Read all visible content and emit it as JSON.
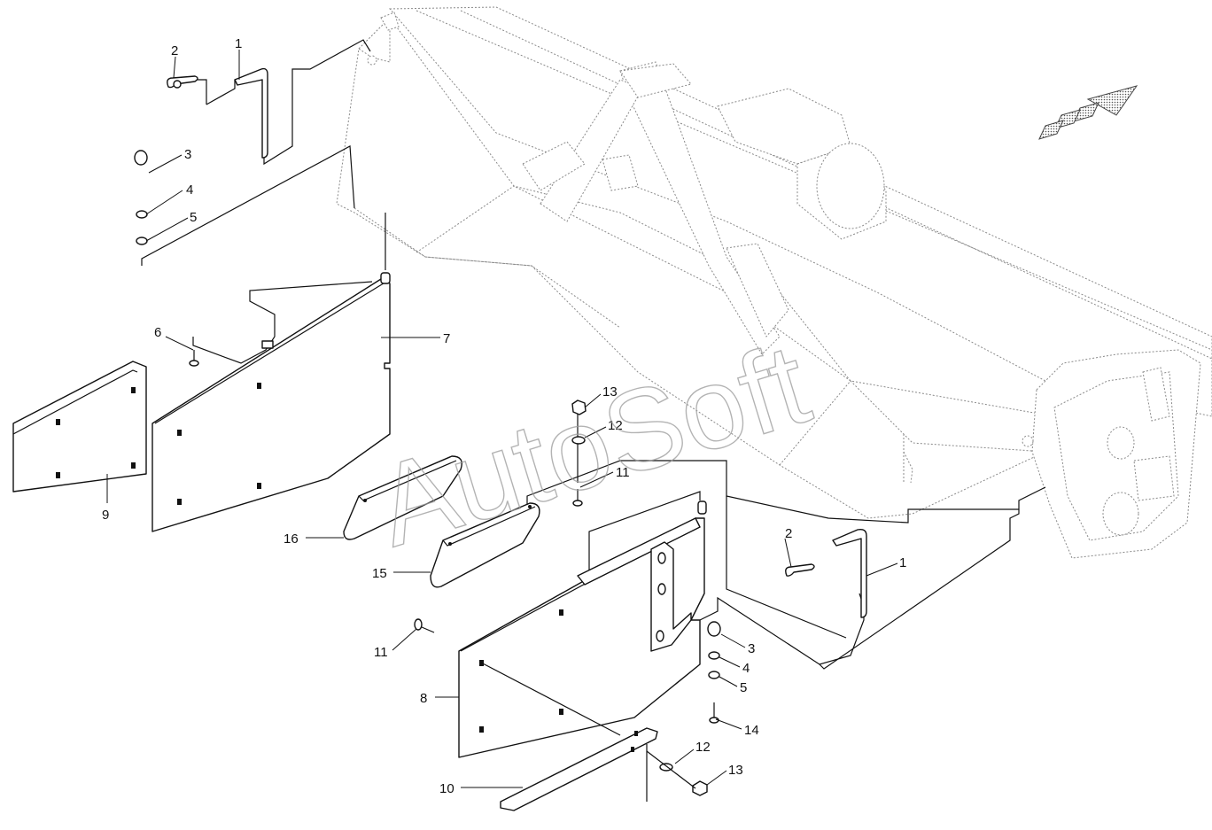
{
  "watermark": "AutoSoft",
  "callouts": [
    {
      "id": "c-1a",
      "label": "1"
    },
    {
      "id": "c-2a",
      "label": "2"
    },
    {
      "id": "c-3a",
      "label": "3"
    },
    {
      "id": "c-4a",
      "label": "4"
    },
    {
      "id": "c-5a",
      "label": "5"
    },
    {
      "id": "c-6",
      "label": "6"
    },
    {
      "id": "c-7",
      "label": "7"
    },
    {
      "id": "c-9",
      "label": "9"
    },
    {
      "id": "c-13a",
      "label": "13"
    },
    {
      "id": "c-12a",
      "label": "12"
    },
    {
      "id": "c-11a",
      "label": "11"
    },
    {
      "id": "c-16",
      "label": "16"
    },
    {
      "id": "c-15",
      "label": "15"
    },
    {
      "id": "c-2b",
      "label": "2"
    },
    {
      "id": "c-1b",
      "label": "1"
    },
    {
      "id": "c-11b",
      "label": "11"
    },
    {
      "id": "c-3b",
      "label": "3"
    },
    {
      "id": "c-4b",
      "label": "4"
    },
    {
      "id": "c-5b",
      "label": "5"
    },
    {
      "id": "c-8",
      "label": "8"
    },
    {
      "id": "c-14",
      "label": "14"
    },
    {
      "id": "c-12b",
      "label": "12"
    },
    {
      "id": "c-13b",
      "label": "13"
    },
    {
      "id": "c-10",
      "label": "10"
    }
  ]
}
